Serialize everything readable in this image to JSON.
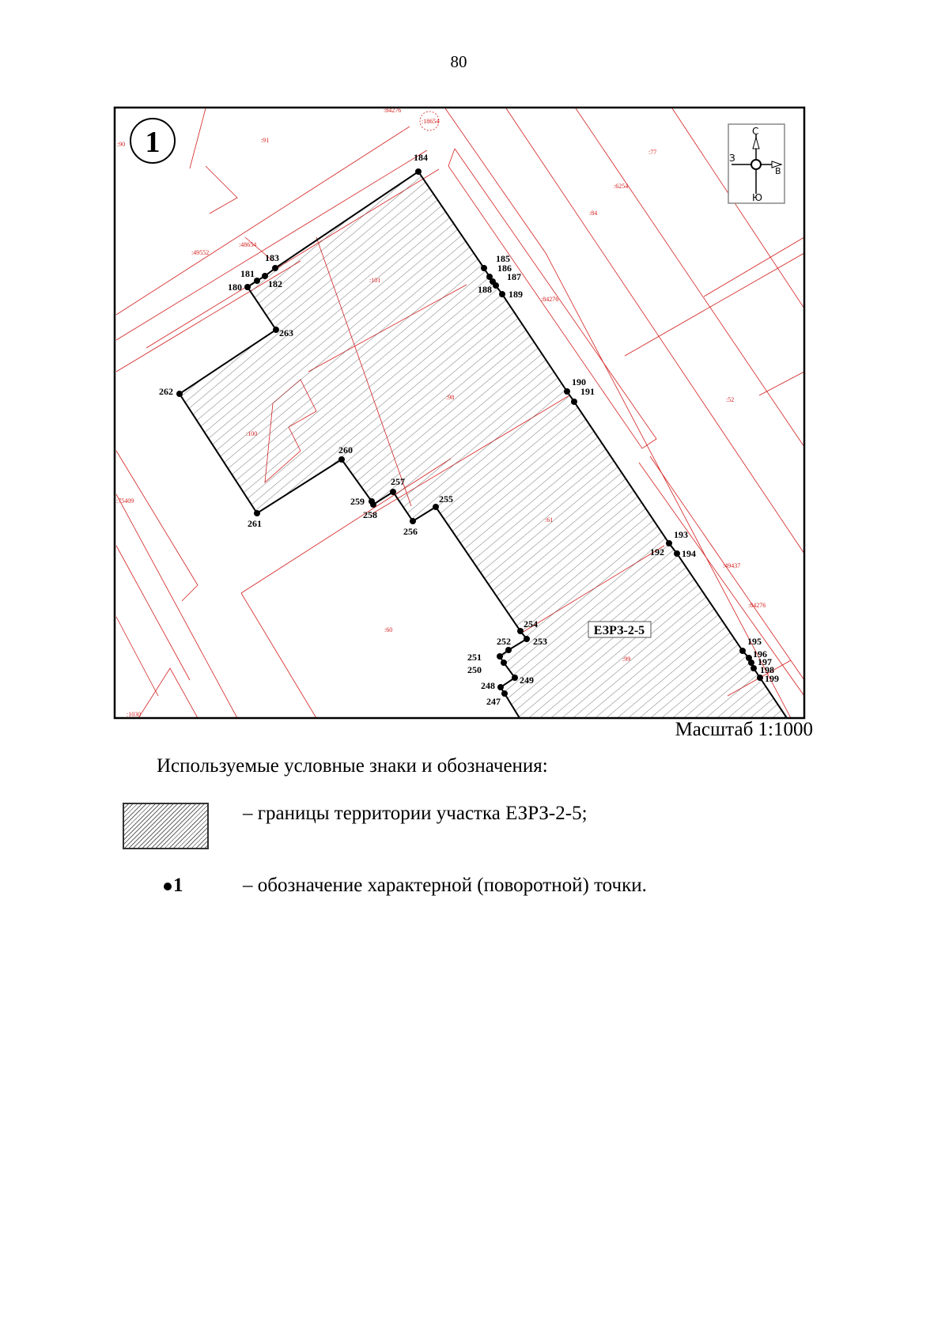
{
  "page_number": "80",
  "map": {
    "sheet_number": "1",
    "zone_label": "ЕЗРЗ-2-5",
    "compass": {
      "north": "С",
      "south": "Ю",
      "west": "З",
      "east": "В"
    },
    "points": [
      "184",
      "185",
      "186",
      "187",
      "188",
      "189",
      "190",
      "191",
      "192",
      "193",
      "194",
      "195",
      "196",
      "197",
      "198",
      "199",
      "247",
      "248",
      "249",
      "250",
      "251",
      "252",
      "253",
      "254",
      "255",
      "256",
      "257",
      "258",
      "259",
      "260",
      "261",
      "262",
      "263",
      "180",
      "181",
      "182",
      "183"
    ],
    "parcel_labels": [
      ":90",
      ":91",
      ":84276",
      ":18654",
      ":49552",
      ":48654",
      ":101",
      ":77",
      ":6254",
      ":84",
      ":84276",
      ":98",
      ":100",
      ":52",
      ":75409",
      ":61",
      ":49437",
      ":84276",
      ":60",
      ":99",
      ":1030"
    ],
    "colors": {
      "parcel_lines": "#d42020",
      "boundary": "#000000",
      "hatch": "#555555"
    }
  },
  "scale": "Масштаб 1:1000",
  "legend": {
    "title": "Используемые условные знаки и обозначения:",
    "items": [
      {
        "symbol": "hatched-area",
        "text": "– границы территории участка ЕЗРЗ-2-5;"
      },
      {
        "symbol": "point",
        "symbol_text": "1",
        "text": "– обозначение характерной (поворотной) точки."
      }
    ]
  }
}
